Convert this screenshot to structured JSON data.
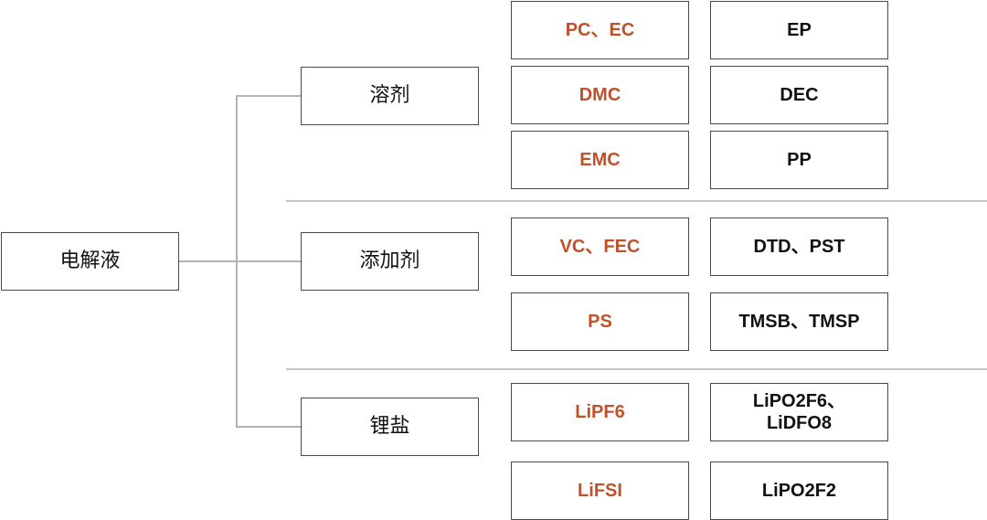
{
  "root": {
    "label": "电解液"
  },
  "categories": [
    {
      "label": "溶剂"
    },
    {
      "label": "添加剂"
    },
    {
      "label": "锂盐"
    }
  ],
  "items": {
    "solvent": [
      {
        "primary": "PC、EC",
        "secondary": "EP"
      },
      {
        "primary": "DMC",
        "secondary": "DEC"
      },
      {
        "primary": "EMC",
        "secondary": "PP"
      }
    ],
    "additive": [
      {
        "primary": "VC、FEC",
        "secondary": "DTD、PST"
      },
      {
        "primary": "PS",
        "secondary": "TMSB、TMSP"
      }
    ],
    "salt": [
      {
        "primary": "LiPF6",
        "secondary_line1": "LiPO2F6、",
        "secondary_line2": "LiDFO8"
      },
      {
        "primary": "LiFSI",
        "secondary": "LiPO2F2"
      }
    ]
  },
  "colors": {
    "primary_text": "#c0522a",
    "secondary_text": "#111111",
    "connector": "#b3b3b3",
    "border": "#4a4a4a"
  }
}
